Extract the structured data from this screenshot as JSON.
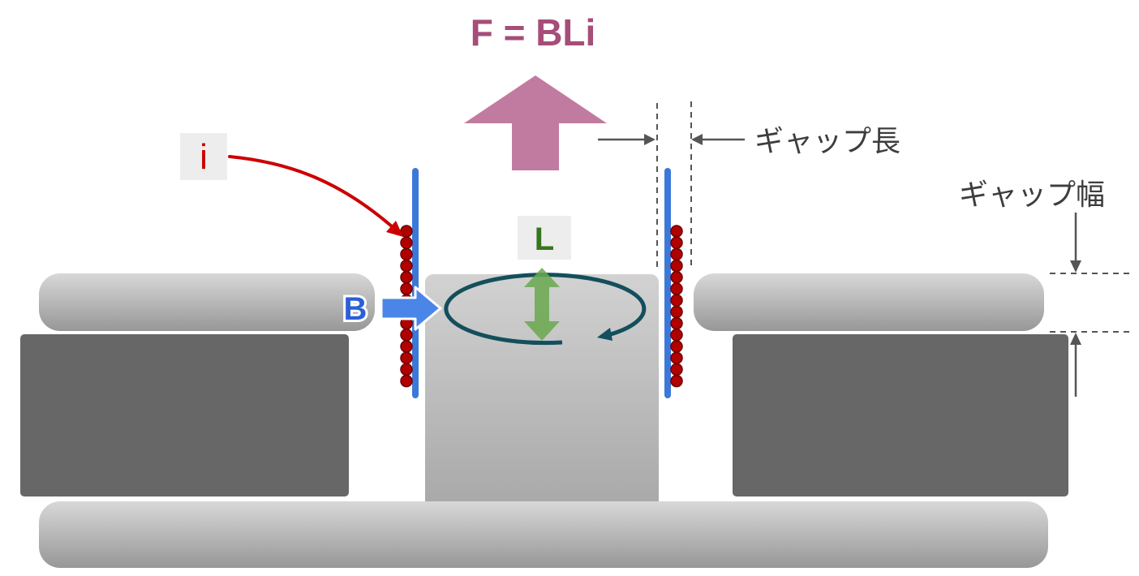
{
  "diagram": {
    "force_formula": "F = BLi",
    "labels": {
      "current": "i",
      "field": "B",
      "length": "L",
      "gap_length": "ギャップ長",
      "gap_width": "ギャップ幅"
    },
    "coil": {
      "turns": 14
    },
    "colors": {
      "formula_text": "#a64d79",
      "force_arrow": "#c27ba0",
      "current_red": "#cc0000",
      "coil_dot": "#b00000",
      "coil_dot_edge": "#6d0000",
      "former_blue": "#3c78d8",
      "field_blue": "#4a86e8",
      "field_text": "#2b5fd9",
      "length_green_text": "#38761d",
      "length_arrow": "#6aa84f",
      "flux_loop_teal": "#134f5c",
      "annotation_gray": "#555555",
      "label_text": "#3d3d3d",
      "label_box_bg": "#ededed",
      "magnet_dark": "#676767"
    }
  }
}
